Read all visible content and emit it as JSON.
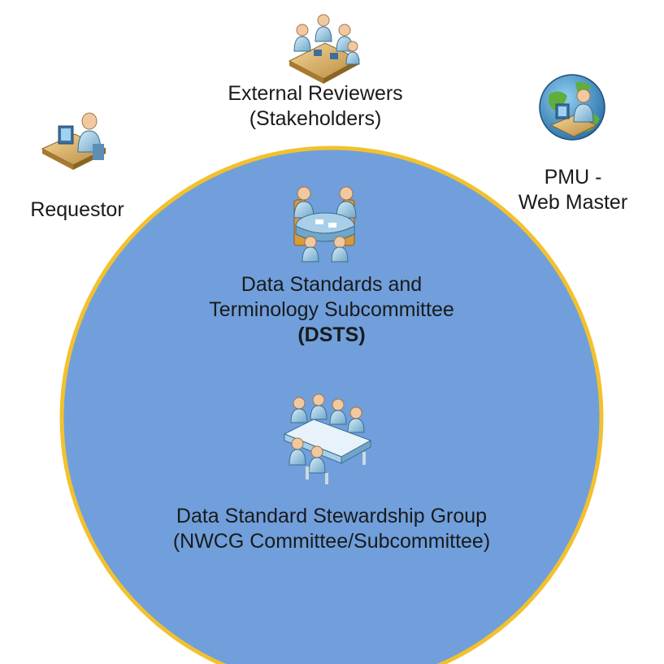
{
  "colors": {
    "circle_fill": "#709fdc",
    "circle_border": "#f2c12e",
    "text": "#1a1a1a"
  },
  "actors": {
    "requestor": {
      "icon": "person-at-desk-icon",
      "label": "Requestor"
    },
    "external_reviewers": {
      "icon": "group-meeting-icon",
      "line1": "External Reviewers",
      "line2": "(Stakeholders)"
    },
    "pmu": {
      "icon": "web-master-globe-icon",
      "line1": "PMU -",
      "line2": "Web Master"
    }
  },
  "circle": {
    "dsts": {
      "icon": "conference-table-icon",
      "line1": "Data Standards and",
      "line2": "Terminology Subcommittee",
      "line3": "(DSTS)"
    },
    "stewardship": {
      "icon": "committee-table-icon",
      "line1": "Data Standard Stewardship Group",
      "line2": "(NWCG Committee/Subcommittee)"
    }
  }
}
